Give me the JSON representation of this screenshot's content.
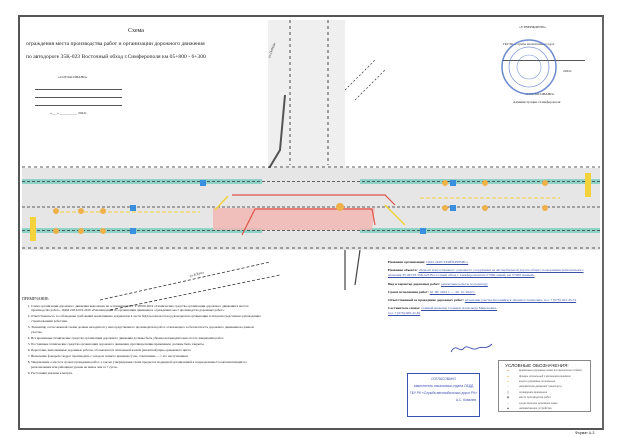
{
  "header": {
    "title": "Схема",
    "subtitle_1": "ограждения места производства работ и организации дорожного движения",
    "subtitle_2": "по автодороге 35К-023 Восточный обход г.Симферополя км 05+800 - 6+300",
    "agreed_label": "«СОГЛАСОВАНО»",
    "agreed_date": "«___» __________ 2022г.",
    "approved_label": "«УТВЕРЖДЕНО»",
    "approved_org": "ГКУ РК «Службы автомобильных дорог",
    "approved_date": "2022г.",
    "agreed_label_2": "«СОГЛАСОВАНО»",
    "agreed_org_2": "Администрация г.Симферополя"
  },
  "map": {
    "street_labels": [
      "ул.Победы",
      "ул.Б.Куна"
    ]
  },
  "notes": {
    "heading": "ПРИМЕЧАНИЕ:",
    "items": [
      "Схема организации дорожного движения выполнена на основании ГОСТ Р 58350-2019 «Технические средства организации дорожного движения в местах производства работ», ОДМ 218.6.019-2016 «Рекомендации по организации движения и ограждению мест производства дорожных работ».",
      "Ответственность за соблюдение требований нормативных документов в части ОДД возлагается на руководителя организации и лиц непосредственно руководящих строительными работами.",
      "Экземпляр согласованной схемы должен находиться у непосредственного производителя работ, отвечающего за безопасность дорожного движения на данном участке.",
      "Все временные технические средства организации дорожного движения должны быть убраны незамедлительно после завершения работ.",
      "Постоянные технические средства организации дорожного движения, противоречащие временным, должны быть закрыты.",
      "Пересечки, выполняемые дорожные работы, обозначаются сигнальной каской (жилеткой) ярко-оранжевого цвета.",
      "Включение фонарей следует производить с заходом темного времени суток, отключение — с его наступлением.",
      "Уведомление о месте и сроках проведения работ, а так же утвержденная схема предается подрядной организацией в подразделение Госавтоинспекции по региональным или районным уровне не менее чем за 7 суток.",
      "Расстояния указаны в метрах."
    ]
  },
  "info": {
    "org_label": "Название организации:",
    "org_value": "ООО «КОСТРОЙСЕРВИС»",
    "object_label": "Название объекта:",
    "object_value": "«Ремонт искусственного дорожного сооружения на автомобильной дороге общего пользования регионального значения 35 ОП РЗ 35К-023 Восточный обход г. Симферополя км 5+969 левый, км 5+969 правый»",
    "works_label": "Вид и характер дорожных работ:",
    "works_value": "ремонтные работы по переходу",
    "dates_label": "Сроки исполнения работ:",
    "dates_value": "10 .09. 2022 г. — 30. 12. 2022 г.",
    "responsible_label": "Ответственный за проведение дорожных работ:",
    "responsible_value": "начальник участка Колонийчук Леонид Степанович, тел. 7 (978) 163-45-74",
    "author_label": "Составитель схемы:",
    "author_value": "главный инженер Садыков Александр Миронович,",
    "author_phone": "тел. 7 (978) 668-42-84"
  },
  "stamp": {
    "line1": "СОГЛАСОВАНО",
    "line2": "заместитель начальника отдела ОБДД",
    "line3": "ГБУ РК «Служба автомобильных дорог РК»",
    "line4": "А.С. Ковалев"
  },
  "legend": {
    "title": "УСЛОВНЫЕ ОБОЗНАЧЕНИЯ:",
    "items": [
      "временные дорожные знаки на переносных стойках",
      "фонарь сигнальный с мигающим режимом",
      "конусы дорожные сигнальные",
      "направление движения транспорта",
      "ограждение временное",
      "место производства работ",
      "существующие дорожные знаки",
      "направляющие устройства"
    ]
  },
  "footer": {
    "format": "Формат А-3"
  },
  "colors": {
    "road": "#e6e6e6",
    "median": "#8fd3c8",
    "work_zone": "#f4b5b0",
    "work_line": "#e0554a",
    "sign_yellow": "#f4d23a",
    "stamp_blue": "#3b4fb0"
  }
}
